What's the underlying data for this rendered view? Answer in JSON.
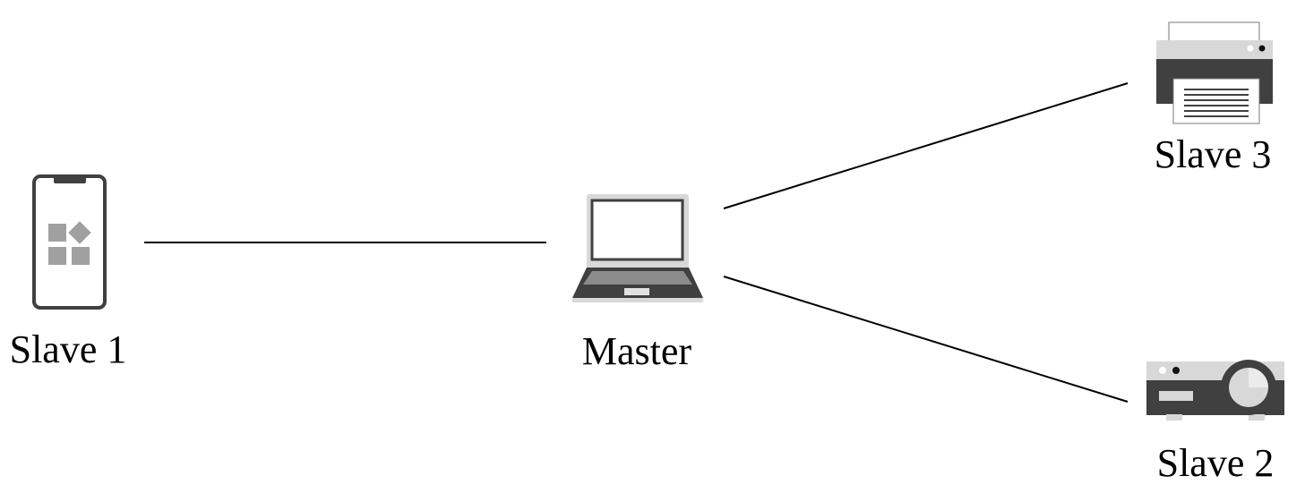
{
  "diagram": {
    "nodes": {
      "master": {
        "label": "Master",
        "icon": "laptop-icon"
      },
      "slave1": {
        "label": "Slave 1",
        "icon": "smartphone-icon"
      },
      "slave2": {
        "label": "Slave 2",
        "icon": "projector-icon"
      },
      "slave3": {
        "label": "Slave 3",
        "icon": "printer-icon"
      }
    },
    "edges": [
      {
        "from": "slave1",
        "to": "master"
      },
      {
        "from": "master",
        "to": "slave3"
      },
      {
        "from": "master",
        "to": "slave2"
      }
    ]
  }
}
